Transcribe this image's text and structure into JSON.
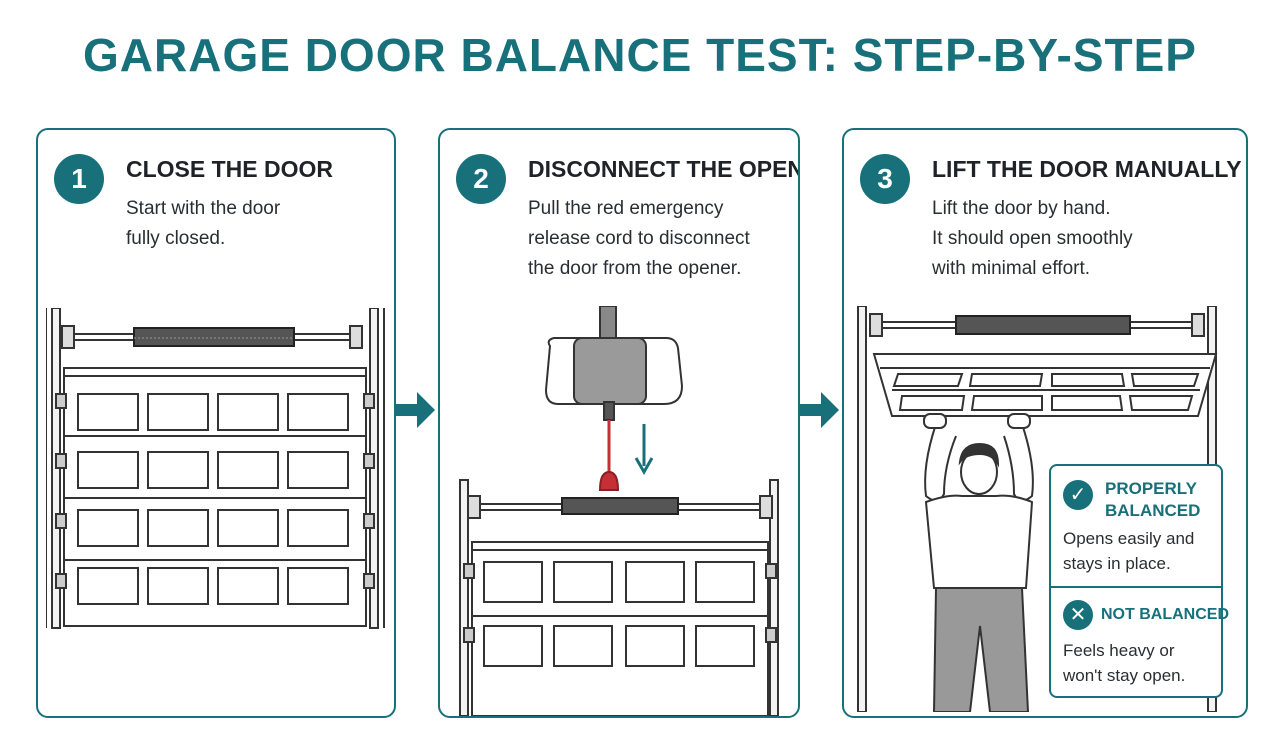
{
  "title": "GARAGE DOOR BALANCE TEST: STEP-BY-STEP",
  "steps": [
    {
      "number": "1",
      "title": "CLOSE THE DOOR",
      "lines": [
        "Start with the door",
        "fully closed."
      ]
    },
    {
      "number": "2",
      "title": "DISCONNECT THE OPENER",
      "lines": [
        "Pull the red emergency",
        "release cord to disconnect",
        "the door from the opener."
      ]
    },
    {
      "number": "3",
      "title": "LIFT THE DOOR MANUALLY",
      "lines": [
        "Lift the door by hand.",
        "It should open smoothly",
        "with minimal effort."
      ]
    }
  ],
  "results": {
    "balanced": {
      "icon": "check-icon",
      "glyph": "✓",
      "lines": [
        "PROPERLY",
        "BALANCED"
      ],
      "text": [
        "Opens easily and",
        "stays in place."
      ]
    },
    "not_balanced": {
      "icon": "x-icon",
      "glyph": "✕",
      "label": "NOT BALANCED",
      "text": [
        "Feels heavy or",
        "won't stay open."
      ]
    }
  },
  "colors": {
    "accent": "#17707a",
    "cord": "#c62f35",
    "line": "#333333"
  },
  "icons": [
    "arrow-right-icon",
    "check-icon",
    "x-icon"
  ]
}
